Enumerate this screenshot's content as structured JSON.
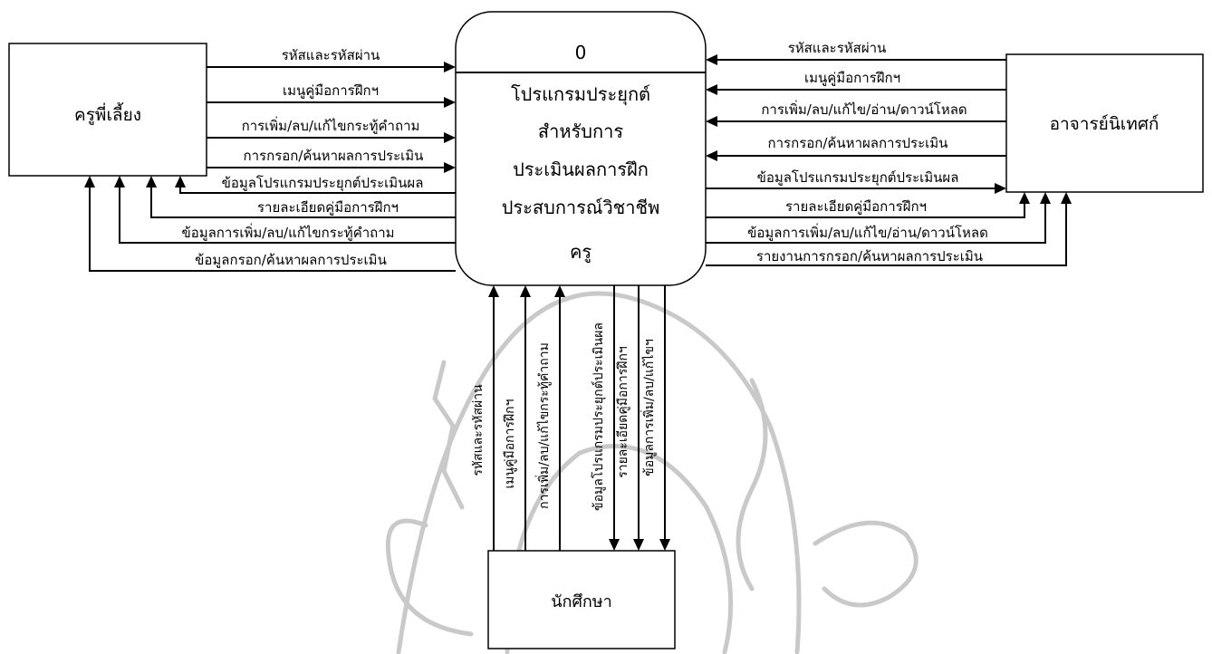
{
  "process": {
    "number": "0",
    "lines": [
      "โปรแกรมประยุกต์",
      "สำหรับการ",
      "ประเมินผลการฝึก",
      "ประสบการณ์วิชาชีพ",
      "ครู"
    ]
  },
  "entities": {
    "mentor": "ครูพี่เลี้ยง",
    "supervisor": "อาจารย์นิเทศก์",
    "student": "นักศึกษา"
  },
  "flows": {
    "mentor_to_process": [
      "รหัสและรหัสผ่าน",
      "เมนูคู่มือการฝึกฯ",
      "การเพิ่ม/ลบ/แก้ไขกระทู้คำถาม",
      "การกรอก/ค้นหาผลการประเมิน"
    ],
    "process_to_mentor": [
      "ข้อมูลโปรแกรมประยุกต์ประเมินผล",
      "รายละเอียดคู่มือการฝึกฯ",
      "ข้อมูลการเพิ่ม/ลบ/แก้ไขกระทู้คำถาม",
      "ข้อมูลกรอก/ค้นหาผลการประเมิน"
    ],
    "supervisor_to_process": [
      "รหัสและรหัสผ่าน",
      "เมนูคู่มือการฝึกฯ",
      "การเพิ่ม/ลบ/แก้ไข/อ่าน/ดาวน์โหลด",
      "การกรอก/ค้นหาผลการประเมิน"
    ],
    "process_to_supervisor": [
      "ข้อมูลโปรแกรมประยุกต์ประเมินผล",
      "รายละเอียดคู่มือการฝึกฯ",
      "ข้อมูลการเพิ่ม/ลบ/แก้ไข/อ่าน/ดาวน์โหลด",
      "รายงานการกรอก/ค้นหาผลการประเมิน"
    ],
    "student_to_process": [
      "รหัสและรหัสผ่าน",
      "เมนูคู่มือการฝึกฯ",
      "การเพิ่ม/ลบ/แก้ไขกระทู้คำถาม"
    ],
    "process_to_student": [
      "ข้อมูลโปรแกรมประยุกต์ประเมินผล",
      "รายละเอียดคู่มือการฝึกฯ",
      "ข้อมูลการเพิ่ม/ลบ/แก้ไขฯ"
    ]
  }
}
